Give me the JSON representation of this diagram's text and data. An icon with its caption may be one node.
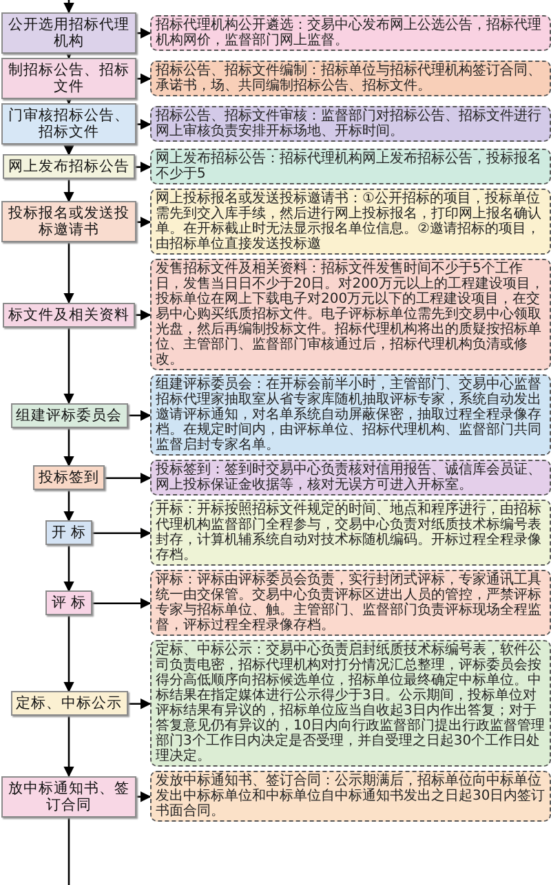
{
  "diagram": {
    "nodes": [
      {
        "text": [
          "公开选用招标代理机构"
        ]
      },
      {
        "text": [
          "招标代理机构公开遴选：交易中心发布网上公选公告，招标代理机构网价，监督部门网上监督。"
        ]
      },
      {
        "text": [
          "制招标公告、招标文件"
        ]
      },
      {
        "text": [
          "招标公告、招标文件编制：招标单位与招标代理机构签订合同、承诺书，场、共同编制招标公告、招标文件。"
        ]
      },
      {
        "text": [
          "门审核招标公告、招标文件"
        ]
      },
      {
        "text": [
          "招标公告、招标文件审核：监督部门对招标公告、招标文件进行网上审核负责安排开标场地、开标时间。"
        ]
      },
      {
        "text": [
          "网上发布招标公告"
        ]
      },
      {
        "text": [
          "网上发布招标公告：招标代理机构网上发布招标公告，投标报名不少于5"
        ]
      },
      {
        "text": [
          "投标报名或发送投标邀请书"
        ]
      },
      {
        "text": [
          "网上投标报名或发送投标邀请书：①公开招标的项目，投标单位需先到交入库手续，然后进行网上投标报名，打印网上报名确认单。在开标截止时无法显示报名单位信息。②邀请招标的项目，由招标单位直接发送投标邀"
        ]
      },
      {
        "text": [
          "标文件及相关资料"
        ]
      },
      {
        "text": [
          "发售招标文件及相关资料：招标文件发售时间不少于5个工作日，发售当日日不少于20日。对200万元以上的工程建设项目，投标单位在网上下载电子对200万元以下的工程建设项目，在交易中心购买纸质招标文件。电子评标标单位需先到交易中心领取光盘，然后再编制投标文件。招标代理机构将出的质疑按招标单位、主管部门、监督部门审核通过后，招标代理机构负清或修改。"
        ]
      },
      {
        "text": [
          "组建评标委员会"
        ]
      },
      {
        "text": [
          "组建评标委员会：在开标会前半小时，主管部门、交易中心监督招标代理家抽取室从省专家库随机抽取评标专家，系统自动发出邀请评标通知，对名单系统自动屏蔽保密，抽取过程全程录像存档。在规定时间内，由评标单位、招标代理机构、监督部门共同监督启封专家名单。"
        ]
      },
      {
        "text": [
          "投标签到"
        ]
      },
      {
        "text": [
          "投标签到：签到时交易中心负责核对信用报告、诚信库会员证、网上投标保证金收据等，核对无误方可进入开标室。"
        ]
      },
      {
        "text": [
          "开 标"
        ]
      },
      {
        "text": [
          "开标：开标按照招标文件规定的时间、地点和程序进行，由招标代理机构监督部门全程参与，交易中心负责对纸质技术标编号表封存，计算机辅系统自动对技术标随机编码。开标过程全程录像存档。"
        ]
      },
      {
        "text": [
          "评 标"
        ]
      },
      {
        "text": [
          "评标：评标由评标委员会负责，实行封闭式评标，专家通讯工具统一由交保管。交易中心负责评标区进出人员的管控，严禁评标专家与招标单位、触。主管部门、监督部门负责评标现场全程监督，评标过程全程录像存档。"
        ]
      },
      {
        "text": [
          "定标、中标公示"
        ]
      },
      {
        "text": [
          "定标、中标公示：交易中心负责启封纸质技术标编号表，软件公司负责电密，招标代理机构对打分情况汇总整理，评标委员会按得分高低顺序向招标候选单位，招标单位最终确定中标单位。中标结果在指定媒体进行公示得少于3日。公示期间，投标单位对评标结果有异议的，招标单位应当自收起3日内作出答复；对于答复意见仍有异议的，10日内向行政监督部门提出行政监督管理部门3个工作日内决定是否受理，并自受理之日起30个工作日处理决定。"
        ]
      },
      {
        "text": [
          "放中标通知书、签订合同"
        ]
      },
      {
        "text": [
          "发放中标通知书、签订合同：公示期满后，招标单位向中标单位发出中标标单位和中标单位自中标通知书发出之日起30日内签订书面合同。"
        ]
      }
    ],
    "edges": [
      {
        "from": null,
        "to": 0,
        "arrow": "to"
      },
      {
        "from": 0,
        "to": 1,
        "arrow": "to"
      },
      {
        "from": 0,
        "to": 2,
        "arrow": "to"
      },
      {
        "from": 2,
        "to": 3,
        "arrow": "to"
      },
      {
        "from": 2,
        "to": 4,
        "arrow": "to"
      },
      {
        "from": 4,
        "to": 5,
        "arrow": "to"
      },
      {
        "from": 4,
        "to": 6,
        "arrow": "to"
      },
      {
        "from": 6,
        "to": 7,
        "arrow": "to"
      },
      {
        "from": 6,
        "to": 8,
        "arrow": "to"
      },
      {
        "from": 8,
        "to": 9,
        "arrow": "to"
      },
      {
        "from": 8,
        "to": 10,
        "arrow": "to"
      },
      {
        "from": 10,
        "to": 11,
        "arrow": "to"
      },
      {
        "from": 10,
        "to": 12,
        "arrow": "to"
      },
      {
        "from": 12,
        "to": 13,
        "arrow": "to"
      },
      {
        "from": 12,
        "to": 14,
        "arrow": "to"
      },
      {
        "from": 14,
        "to": 15,
        "arrow": "to"
      },
      {
        "from": 14,
        "to": 16,
        "arrow": "to"
      },
      {
        "from": 16,
        "to": 17,
        "arrow": "to"
      },
      {
        "from": 16,
        "to": 18,
        "arrow": "to"
      },
      {
        "from": 18,
        "to": 19,
        "arrow": "to"
      },
      {
        "from": 18,
        "to": 20,
        "arrow": "to"
      },
      {
        "from": 20,
        "to": 21,
        "arrow": "to"
      },
      {
        "from": 20,
        "to": 22,
        "arrow": "to"
      },
      {
        "from": 22,
        "to": 23,
        "arrow": "to"
      },
      {
        "from": 22,
        "to": null,
        "arrow": "none"
      }
    ]
  }
}
